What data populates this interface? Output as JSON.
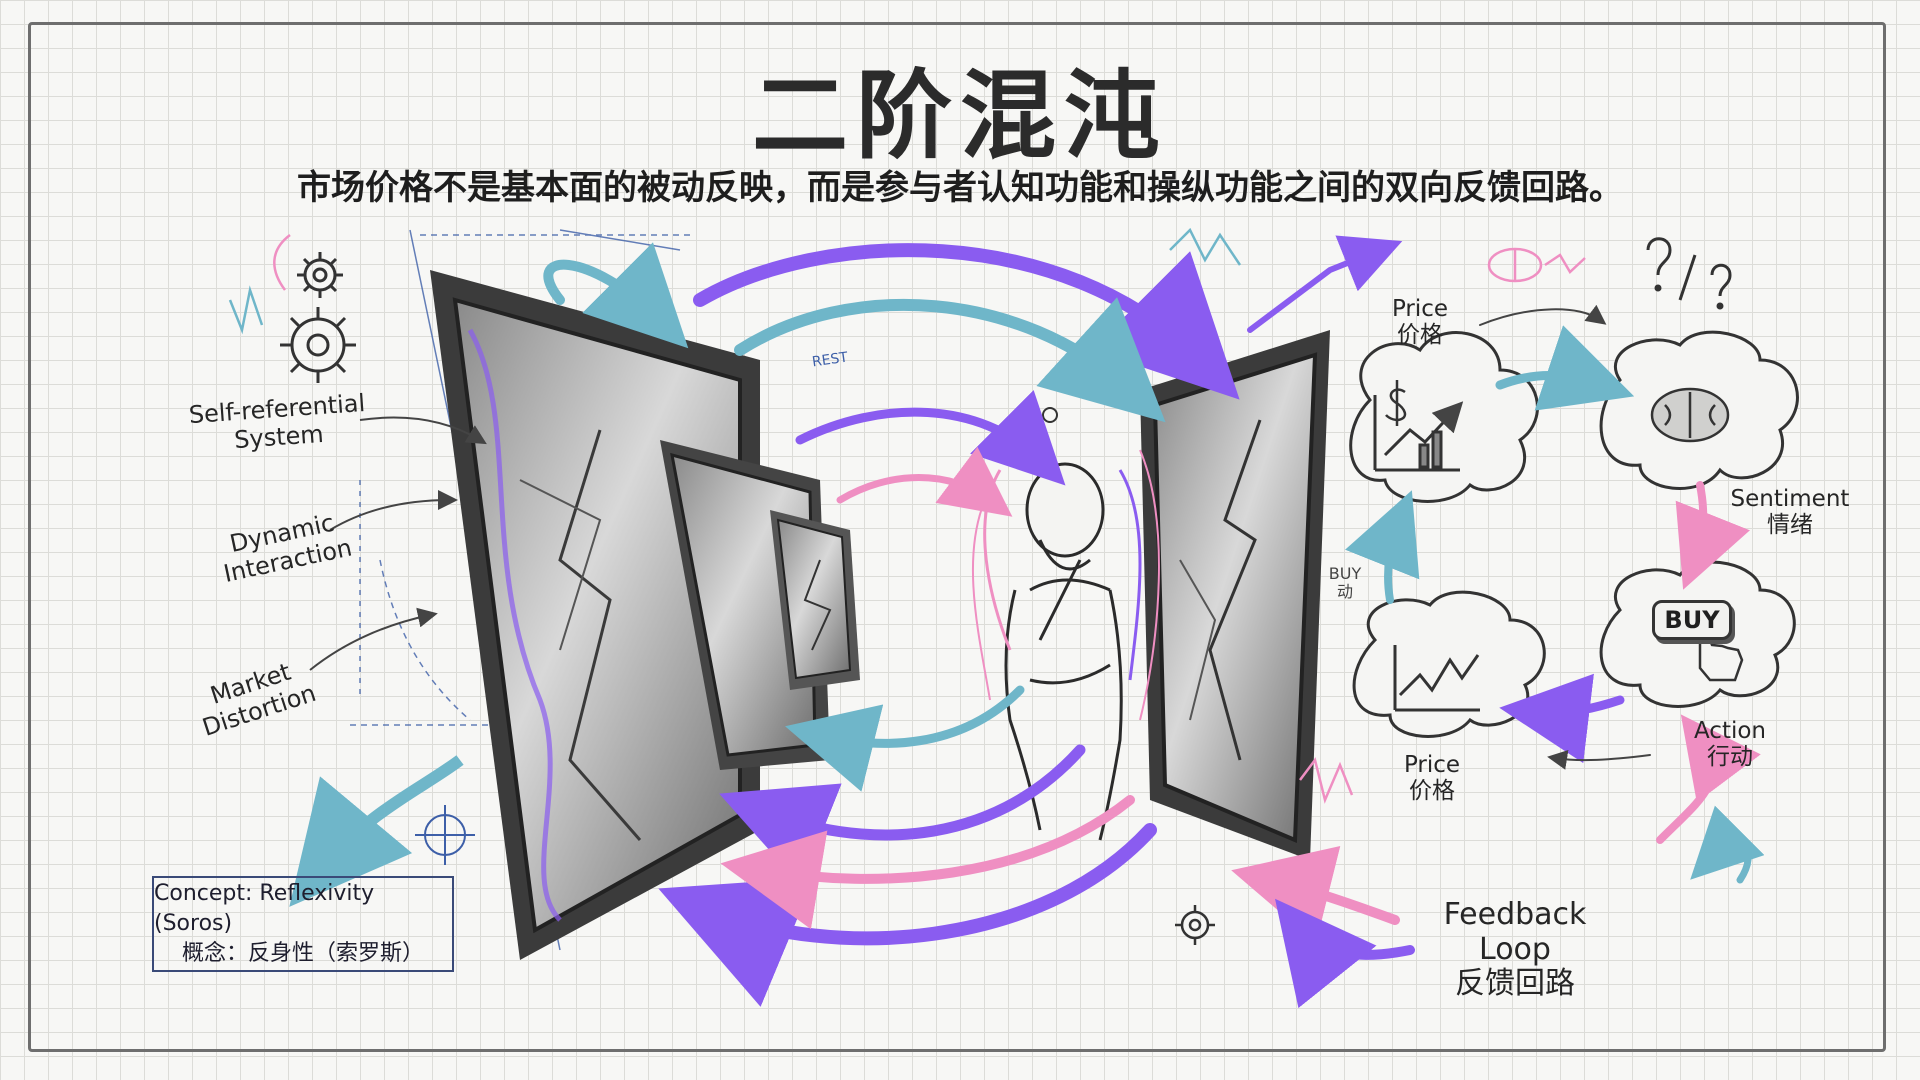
{
  "title": "二阶混沌",
  "subtitle": "市场价格不是基本面的被动反映，而是参与者认知功能和操纵功能之间的双向反馈回路。",
  "left_labels": {
    "self_referential": "Self-referential System",
    "dynamic_interaction": "Dynamic Interaction",
    "market_distortion": "Market Distortion"
  },
  "concept_box": {
    "line1": "Concept: Reflexivity (Soros)",
    "line2": "概念：反身性（索罗斯）"
  },
  "sketch_notes": {
    "rest": "REST",
    "buy_side": "BUY 动"
  },
  "loop": {
    "price_top_en": "Price",
    "price_top_zh": "价格",
    "sentiment_en": "Sentiment",
    "sentiment_zh": "情绪",
    "buy_button": "BUY",
    "action_en": "Action",
    "action_zh": "行动",
    "price_bottom_en": "Price",
    "price_bottom_zh": "价格",
    "feedback_en": "Feedback Loop",
    "feedback_zh": "反馈回路"
  },
  "icons": [
    "gear-icon",
    "brain-icon",
    "dollar-icon",
    "chart-up-icon",
    "question-icon",
    "buy-button-icon",
    "cursor-hand-icon",
    "crosshair-icon"
  ],
  "colors": {
    "purple": "#8a5cf0",
    "pink": "#ef8fc2",
    "teal": "#6fb6c9",
    "ink": "#2a2a2a",
    "blueprint": "#3d5fa8"
  }
}
